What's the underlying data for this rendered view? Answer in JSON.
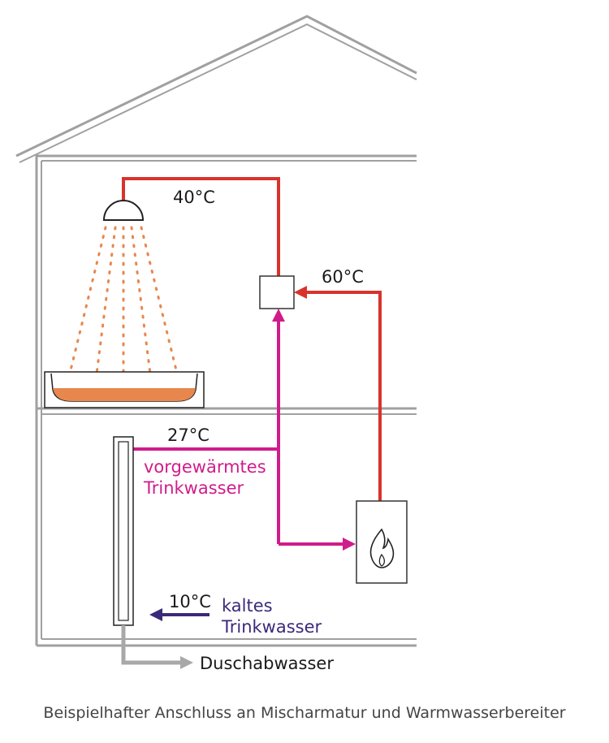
{
  "labels": {
    "temp_shower": "40°C",
    "temp_hot": "60°C",
    "temp_preheated": "27°C",
    "preheated_line1": "vorgewärmtes",
    "preheated_line2": "Trinkwasser",
    "temp_cold": "10°C",
    "cold_line1": "kaltes",
    "cold_line2": "Trinkwasser",
    "drain": "Duschabwasser"
  },
  "caption": "Beispielhafter Anschluss an Mischarmatur und Warmwasserbereiter",
  "icons": {
    "shower_head": "shower-head-icon",
    "mixer": "mixing-valve-box",
    "boiler": "boiler-flame-icon"
  },
  "colors": {
    "hot": "#d7332c",
    "preheated": "#d01c8b",
    "cold": "#3b2a7a",
    "wastewater": "#e7874e",
    "drain": "#a8a8a8",
    "structure": "#a0a0a0",
    "text": "#1a1a1a"
  }
}
